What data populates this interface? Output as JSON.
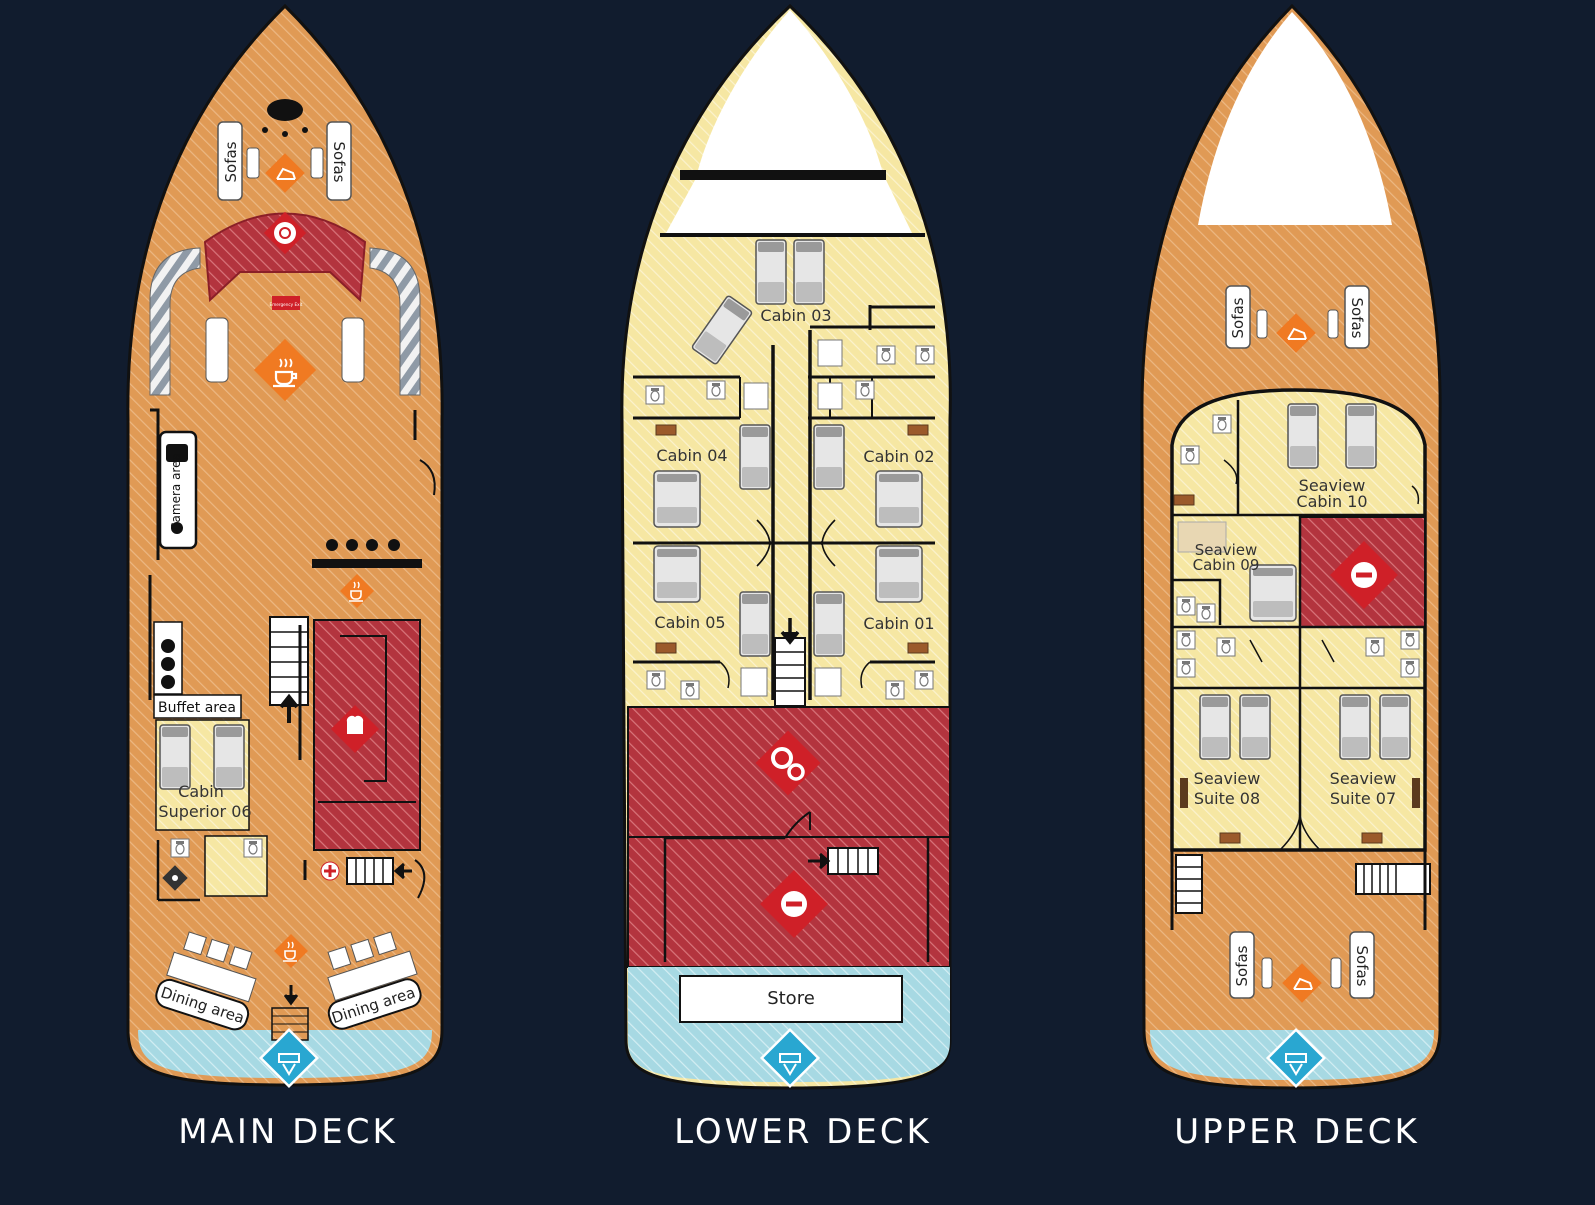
{
  "colors": {
    "background": "#111c2e",
    "deck": "#e09a55",
    "cabin": "#f6e7a3",
    "restricted": "#b3343e",
    "water": "#a7d9e3",
    "white": "#ffffff",
    "furniture": "#8a8a8a",
    "accent": "#f07a22"
  },
  "icons": {
    "sunbed": "sunbed-icon",
    "captain": "helm-icon",
    "coffee": "coffee-icon",
    "chef": "chef-hat-icon",
    "first_aid": "first-aid-icon",
    "engine": "gears-icon",
    "no_entry": "no-entry-icon",
    "diving": "dive-mask-icon",
    "toilet": "toilet-icon",
    "camera": "camera-icon"
  },
  "main_deck": {
    "title": "MAIN DECK",
    "labels": {
      "sofa_left": "Sofas",
      "sofa_right": "Sofas",
      "emergency_exit": "Emergency Exit",
      "camera_area": "Camera area",
      "buffet_area": "Buffet area",
      "cabin_superior_line1": "Cabin",
      "cabin_superior_line2": "Superior 06",
      "dining_left": "Dining area",
      "dining_right": "Dining area"
    }
  },
  "lower_deck": {
    "title": "LOWER DECK",
    "labels": {
      "cabin_03": "Cabin 03",
      "cabin_04": "Cabin 04",
      "cabin_02": "Cabin 02",
      "cabin_05": "Cabin 05",
      "cabin_01": "Cabin 01",
      "store": "Store"
    }
  },
  "upper_deck": {
    "title": "UPPER DECK",
    "labels": {
      "sofa_top_left": "Sofas",
      "sofa_top_right": "Sofas",
      "seaview_cabin_10_line1": "Seaview",
      "seaview_cabin_10_line2": "Cabin 10",
      "seaview_cabin_09_line1": "Seaview",
      "seaview_cabin_09_line2": "Cabin 09",
      "seaview_suite_08_line1": "Seaview",
      "seaview_suite_08_line2": "Suite 08",
      "seaview_suite_07_line1": "Seaview",
      "seaview_suite_07_line2": "Suite 07",
      "sofa_bottom_left": "Sofas",
      "sofa_bottom_right": "Sofas"
    }
  }
}
